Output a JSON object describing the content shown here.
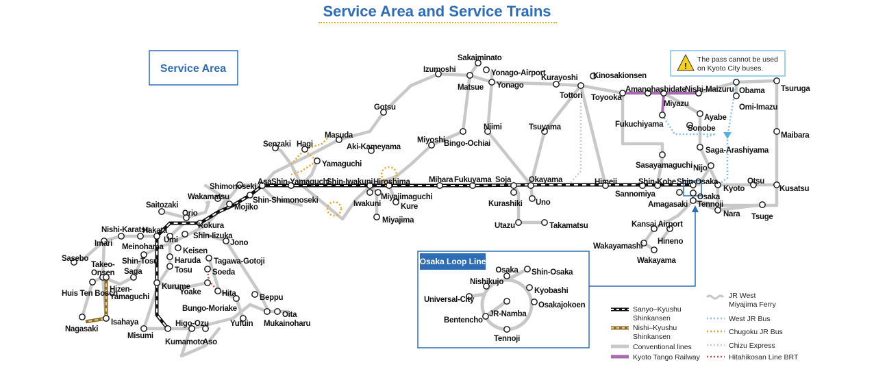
{
  "title": "Service Area and Service Trains",
  "service_area_label": "Service Area",
  "notice": {
    "line1": "The pass cannot be used",
    "line2": "on Kyoto City buses."
  },
  "loop_title": "Osaka Loop Line",
  "loop_stations": [
    "Osaka",
    "Shin-Osaka",
    "Nishikujo",
    "Kyobashi",
    "Universal-City",
    "Osakajokoen",
    "JR-Namba",
    "Bentencho",
    "Tennoji"
  ],
  "legend": [
    {
      "label": "Sanyo–Kyushu",
      "label2": "Shinkansen",
      "style": "sanyo",
      "color": "#111111"
    },
    {
      "label": "Nishi–Kyushu",
      "label2": "Shinkansen",
      "style": "nishi",
      "color": "#8a6a2a"
    },
    {
      "label": "Conventional lines",
      "label2": "",
      "style": "conv",
      "color": "#c8c8c8"
    },
    {
      "label": "Kyoto Tango Railway",
      "label2": "",
      "style": "tango",
      "color": "#a86ab0"
    },
    {
      "label": "JR West",
      "label2": "Miyajima Ferry",
      "style": "ferry",
      "color": "#c8c8c8"
    },
    {
      "label": "West JR Bus",
      "label2": "",
      "style": "westbus",
      "color": "#7ec0e8"
    },
    {
      "label": "Chugoku JR Bus",
      "label2": "",
      "style": "chugokubus",
      "color": "#e8a020"
    },
    {
      "label": "Chizu Express",
      "label2": "",
      "style": "chizu",
      "color": "#c8c8c8"
    },
    {
      "label": "Hitahikosan Line BRT",
      "label2": "",
      "style": "brt",
      "color": "#d84040"
    }
  ],
  "stations": [
    "Sakaiminato",
    "Izumoshi",
    "Yonago-Airport",
    "Matsue",
    "Yonago",
    "Kurayoshi",
    "Tottori",
    "Kinosakionsen",
    "Toyooka",
    "Amanohashidate",
    "Nishi-Maizuru",
    "Obama",
    "Tsuruga",
    "Miyazu",
    "Omi-Imazu",
    "Ayabe",
    "Gotsu",
    "Fukuchiyama",
    "Sonobe",
    "Maibara",
    "Niimi",
    "Tsuyama",
    "Masuda",
    "Miyoshi",
    "Bingo-Ochiai",
    "Senzaki",
    "Hagi",
    "Aki-Kameyama",
    "Saga-Arashiyama",
    "Yamaguchi",
    "Sasayamaguchi",
    "Nijo",
    "Shimonoseki",
    "Asa",
    "Shin-Yamaguchi",
    "Shin-Iwakuni",
    "Hiroshima",
    "Mihara",
    "Fukuyama",
    "Soja",
    "Okayama",
    "Himeji",
    "Shin-Kobe",
    "Shin-Osaka",
    "Otsu",
    "Kyoto",
    "Kusatsu",
    "Wakamatsu",
    "Shin-Shimonoseki",
    "Mojiko",
    "Miyajimaguchi",
    "Sannomiya",
    "Amagasaki",
    "Osaka",
    "Tennoji",
    "Saitozaki",
    "Iwakuni",
    "Kure",
    "Kurashiki",
    "Uno",
    "Nara",
    "Tsuge",
    "Orio",
    "Kokura",
    "Miyajima",
    "Nishi-Karatsu",
    "Hakata",
    "Shin-Iizuka",
    "Utazu",
    "Takamatsu",
    "Kansai Airport",
    "Imari",
    "Umi",
    "Meinohama",
    "Keisen",
    "Jono",
    "Hineno",
    "Wakayamashi",
    "Sasebo",
    "Haruda",
    "Tagawa-Gotoji",
    "Wakayama",
    "Takeo-",
    "Onsen",
    "Shin-Tosu",
    "Saga",
    "Tosu",
    "Soeda",
    "Hizen-",
    "Yamaguchi",
    "Huis Ten Bosch",
    "Kurume",
    "Yoake",
    "Hita",
    "Beppu",
    "Bungo-Moriake",
    "Isahaya",
    "Oita",
    "Nagasaki",
    "Yufuin",
    "Mukainoharu",
    "Higo-Ozu",
    "Misumi",
    "Kumamoto",
    "Aso"
  ]
}
